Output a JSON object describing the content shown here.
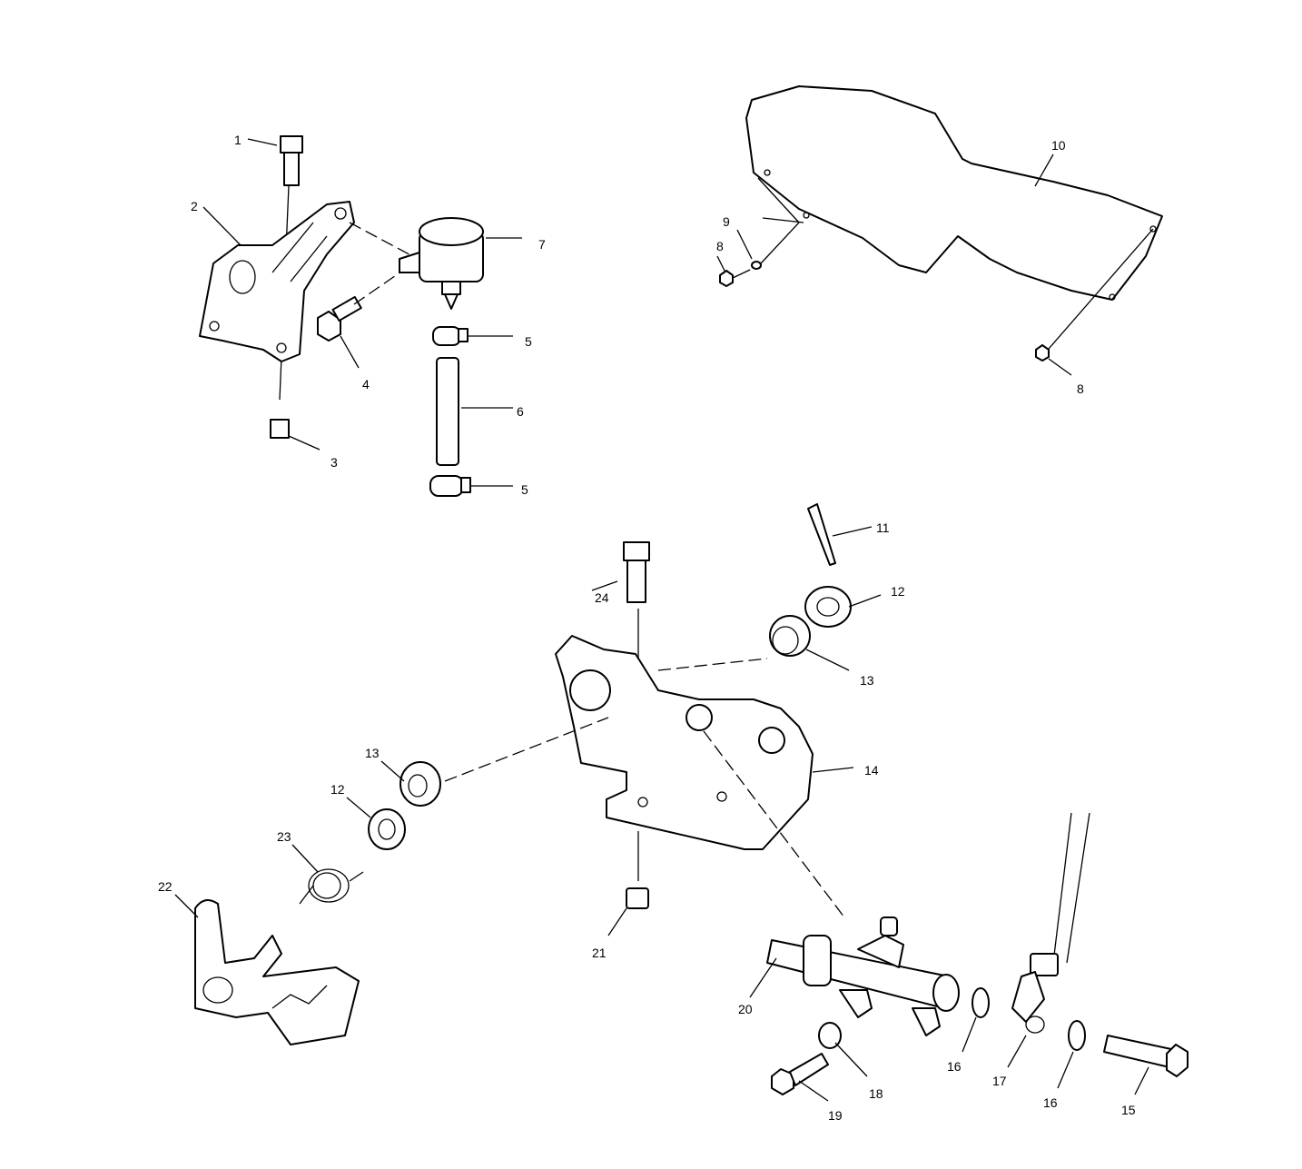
{
  "diagram": {
    "type": "exploded-parts-view",
    "callouts": {
      "c1": "1",
      "c2": "2",
      "c3": "3",
      "c4": "4",
      "c5a": "5",
      "c5b": "5",
      "c6": "6",
      "c7": "7",
      "c8a": "8",
      "c8b": "8",
      "c9": "9",
      "c10": "10",
      "c11": "11",
      "c12a": "12",
      "c12b": "12",
      "c13a": "13",
      "c13b": "13",
      "c14": "14",
      "c15": "15",
      "c16a": "16",
      "c16b": "16",
      "c17": "17",
      "c18": "18",
      "c19": "19",
      "c20": "20",
      "c21": "21",
      "c22": "22",
      "c23": "23",
      "c24": "24"
    }
  }
}
